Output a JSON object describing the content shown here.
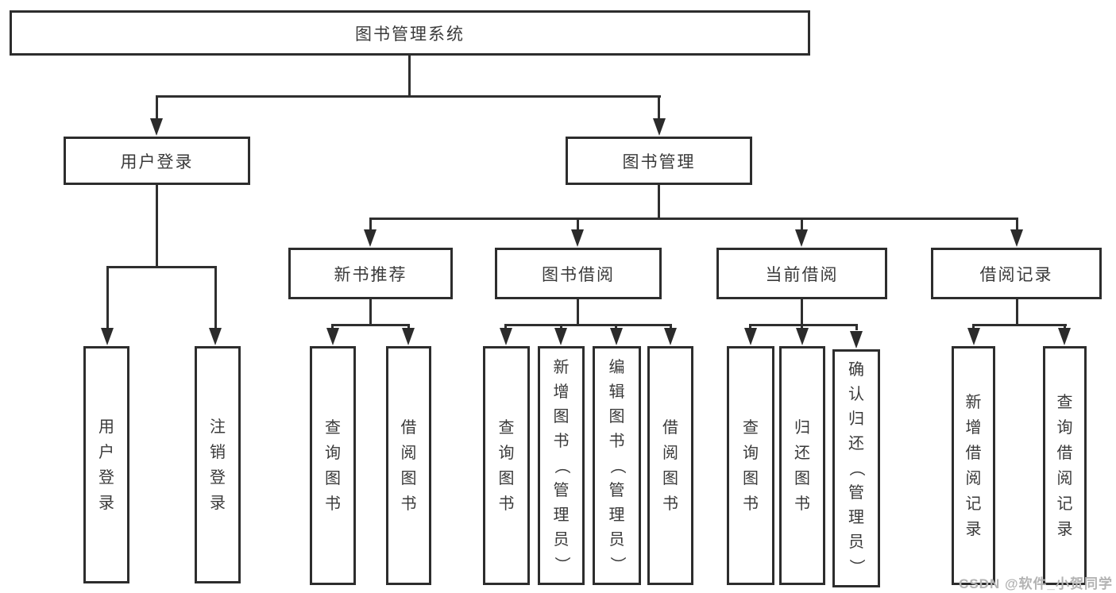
{
  "nodes": {
    "root": "图书管理系统",
    "user_login": "用户登录",
    "book_management": "图书管理",
    "new_book_recommendation": "新书推荐",
    "book_borrowing": "图书借阅",
    "current_borrowing": "当前借阅",
    "borrowing_records": "借阅记录",
    "login": "用户登录",
    "logout": "注销登录",
    "nbr_query_books": "查询图书",
    "nbr_borrow_books": "借阅图书",
    "bb_query_books": "查询图书",
    "bb_add_books_admin": "新增图书（管理员）",
    "bb_edit_books_admin": "编辑图书（管理员）",
    "bb_borrow_books": "借阅图书",
    "cb_query_books": "查询图书",
    "cb_return_books": "归还图书",
    "cb_confirm_return_admin": "确认归还（管理员）",
    "br_add_record": "新增借阅记录",
    "br_query_record": "查询借阅记录"
  },
  "watermark": {
    "text": "CSDN @软件_小贺同学"
  },
  "colors": {
    "line": "#2f2f2f",
    "box_border": "#2d2d2d",
    "text": "#3a3a3a",
    "watermark": "#b3b3b3",
    "background": "#ffffff"
  }
}
